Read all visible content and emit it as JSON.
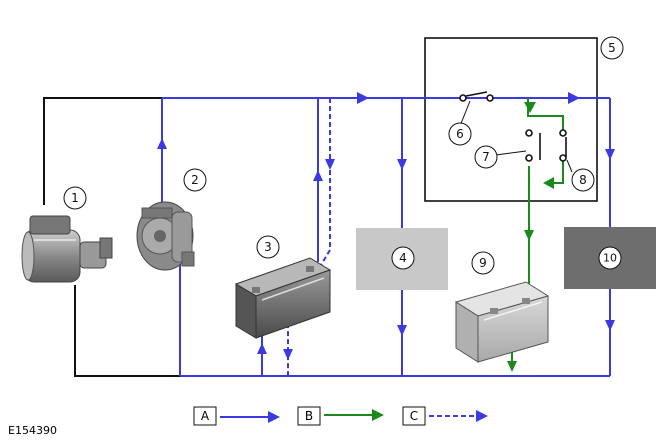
{
  "figure_id": "E154390",
  "callouts": {
    "starter": "1",
    "alternator": "2",
    "main_battery": "3",
    "load_4": "4",
    "relay_box": "5",
    "switch_6": "6",
    "switch_7": "7",
    "switch_8": "8",
    "aux_battery": "9",
    "load_10": "10"
  },
  "legend": [
    {
      "key": "A",
      "style": "solid",
      "color": "#3a3adf"
    },
    {
      "key": "B",
      "style": "solid",
      "color": "#1a8a1a"
    },
    {
      "key": "C",
      "style": "dashed",
      "color": "#3a3adf"
    }
  ],
  "colors": {
    "blue": "#3a3adf",
    "green": "#1a8a1a",
    "black": "#111111",
    "load_4_fill": "#c8c8c8",
    "load_10_fill": "#6e6e6e"
  }
}
